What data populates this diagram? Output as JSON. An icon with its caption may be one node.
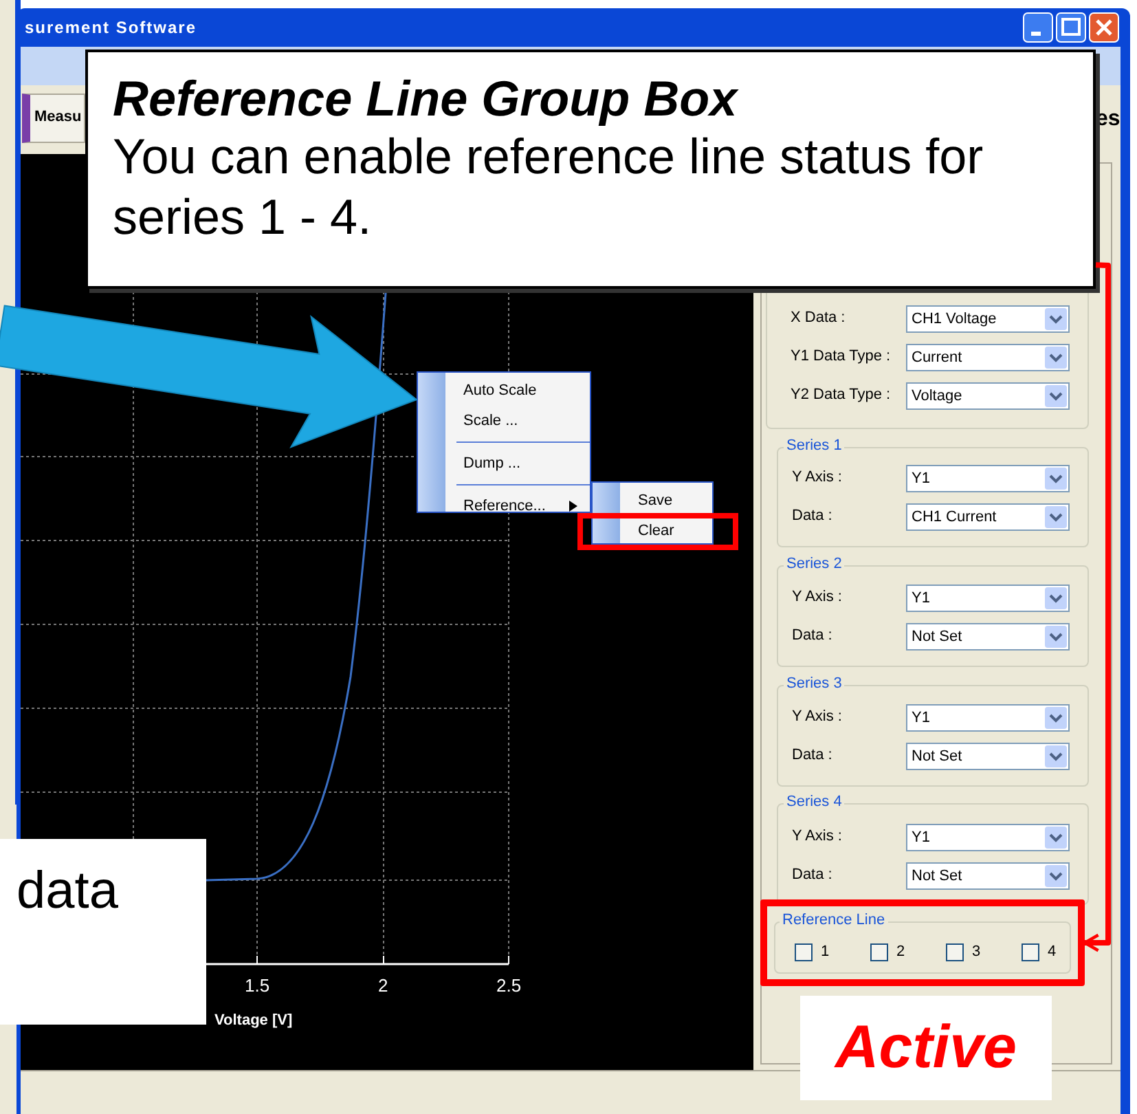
{
  "diagram": {
    "nodes": [
      {
        "text": [
          "Reference Line Group Box",
          "You can enable reference line status for series 1 - 4."
        ]
      },
      {
        "text": [
          "Auto Scale",
          "Scale ...",
          "Dump ...",
          "Reference..."
        ]
      },
      {
        "text": [
          "Save",
          "Clear"
        ]
      },
      {
        "text": [
          "data"
        ]
      },
      {
        "text": [
          "Series 1"
        ]
      },
      {
        "text": [
          "Series 2"
        ]
      },
      {
        "text": [
          "Series 3"
        ]
      },
      {
        "text": [
          "Series 4"
        ]
      },
      {
        "text": [
          "Reference Line"
        ]
      },
      {
        "text": [
          "Active"
        ]
      }
    ],
    "edges": [
      {
        "from": 0,
        "to": 8,
        "arrow": "to",
        "color": "#ff0000"
      },
      {
        "from": null,
        "to": 1,
        "arrow": "to",
        "color": "#1ea7e1"
      }
    ],
    "labels": [
      "surement Software",
      "Measu",
      "es",
      "X Data :",
      "CH1 Voltage",
      "Y1 Data Type :",
      "Current",
      "Y2 Data Type :",
      "Voltage",
      "Y Axis :",
      "Y1",
      "Data :",
      "CH1 Current",
      "Y Axis :",
      "Y1",
      "Data :",
      "Not Set",
      "Y Axis :",
      "Y1",
      "Data :",
      "Not Set",
      "Y Axis :",
      "Y1",
      "Data :",
      "Not Set",
      "1",
      "2",
      "3",
      "4",
      "1.5",
      "2",
      "2.5",
      "Voltage [V]"
    ]
  }
}
